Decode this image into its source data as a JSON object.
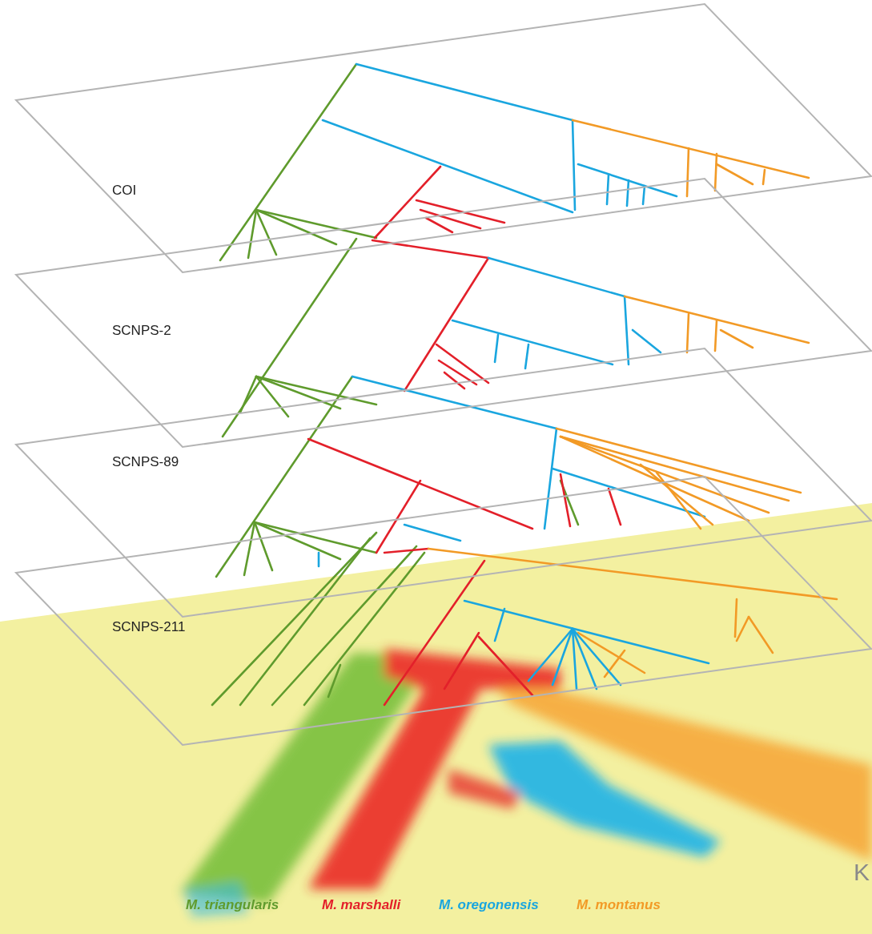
{
  "diagram": {
    "nodes": [
      {
        "text": [
          "COI"
        ]
      },
      {
        "text": [
          "SCNPS-2"
        ]
      },
      {
        "text": [
          "SCNPS-89"
        ]
      },
      {
        "text": [
          "SCNPS-211"
        ]
      }
    ],
    "labels": [
      "K"
    ],
    "legend": [
      {
        "text": "M. triangularis",
        "color": "#5f9b2d"
      },
      {
        "text": "M. marshalli",
        "color": "#e3202a"
      },
      {
        "text": "M. oregonensis",
        "color": "#1aa6df"
      },
      {
        "text": "M. montanus",
        "color": "#f29a26"
      }
    ]
  }
}
